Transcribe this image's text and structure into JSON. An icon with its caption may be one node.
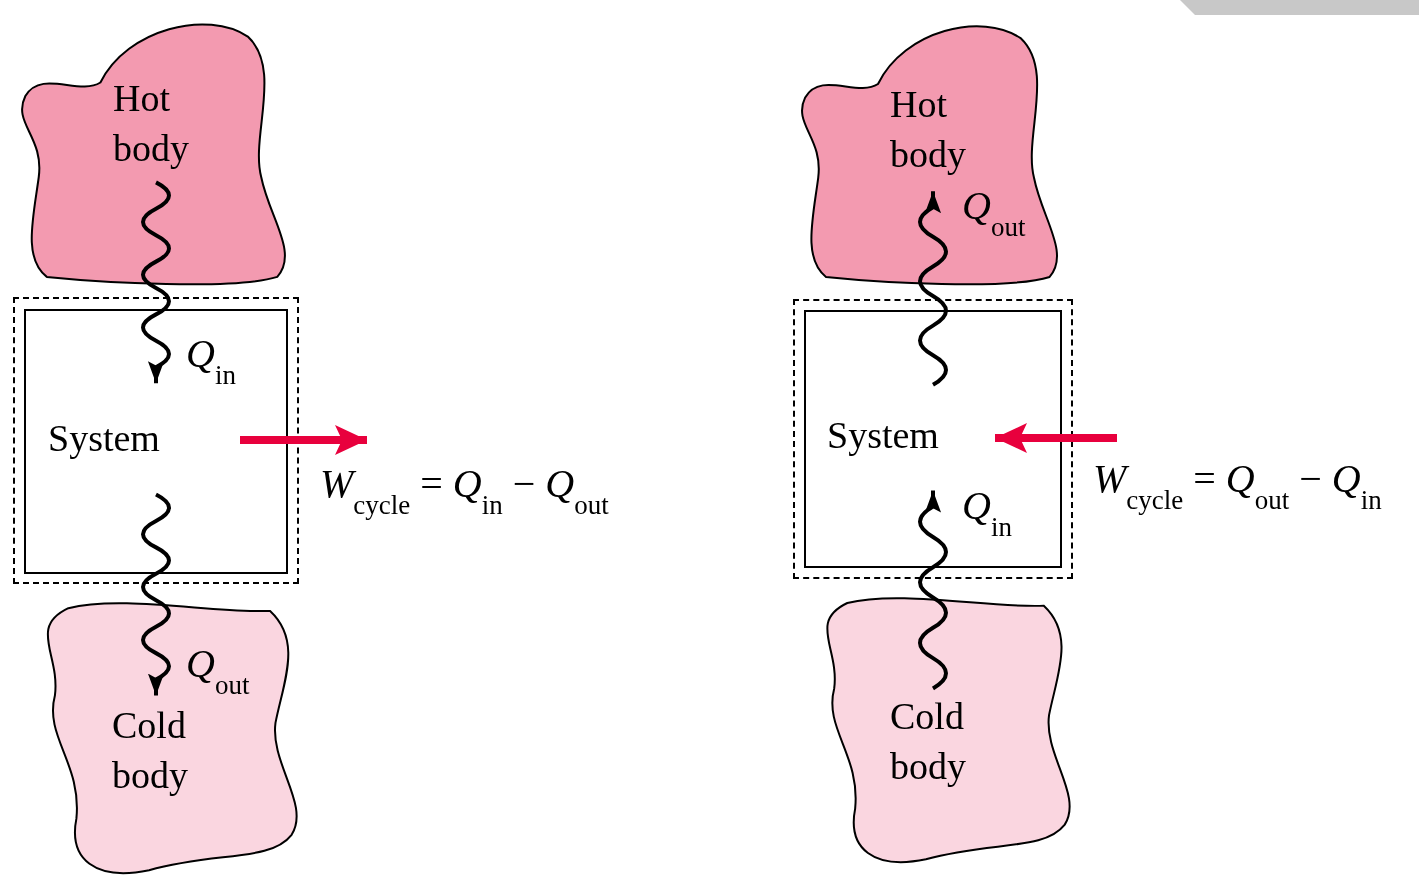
{
  "diagram": {
    "nodes": [
      {
        "text": [
          "Hot body"
        ]
      },
      {
        "text": [
          "System"
        ]
      },
      {
        "text": [
          "Cold body"
        ]
      },
      {
        "text": [
          "Hot body"
        ]
      },
      {
        "text": [
          "System"
        ]
      },
      {
        "text": [
          "Cold body"
        ]
      }
    ],
    "edges": [
      {
        "from": 0,
        "to": 1,
        "arrow": "to",
        "label": "*Q*$_{in}$"
      },
      {
        "from": 1,
        "to": 2,
        "arrow": "to",
        "label": "*Q*$_{out}$"
      },
      {
        "from": 1,
        "to": null,
        "arrow": "to",
        "style": "thick",
        "color": "#e8003d",
        "label": "*W*$_{cycle}$ = *Q*$_{in}$ − *Q*$_{out}$"
      },
      {
        "from": 4,
        "to": 3,
        "arrow": "to",
        "label": "*Q*$_{out}$"
      },
      {
        "from": 5,
        "to": 4,
        "arrow": "to",
        "label": "*Q*$_{in}$"
      },
      {
        "from": null,
        "to": 4,
        "arrow": "to",
        "style": "thick",
        "color": "#e8003d",
        "label": "*W*$_{cycle}$ = *Q*$_{out}$ − *Q*$_{in}$"
      }
    ]
  }
}
